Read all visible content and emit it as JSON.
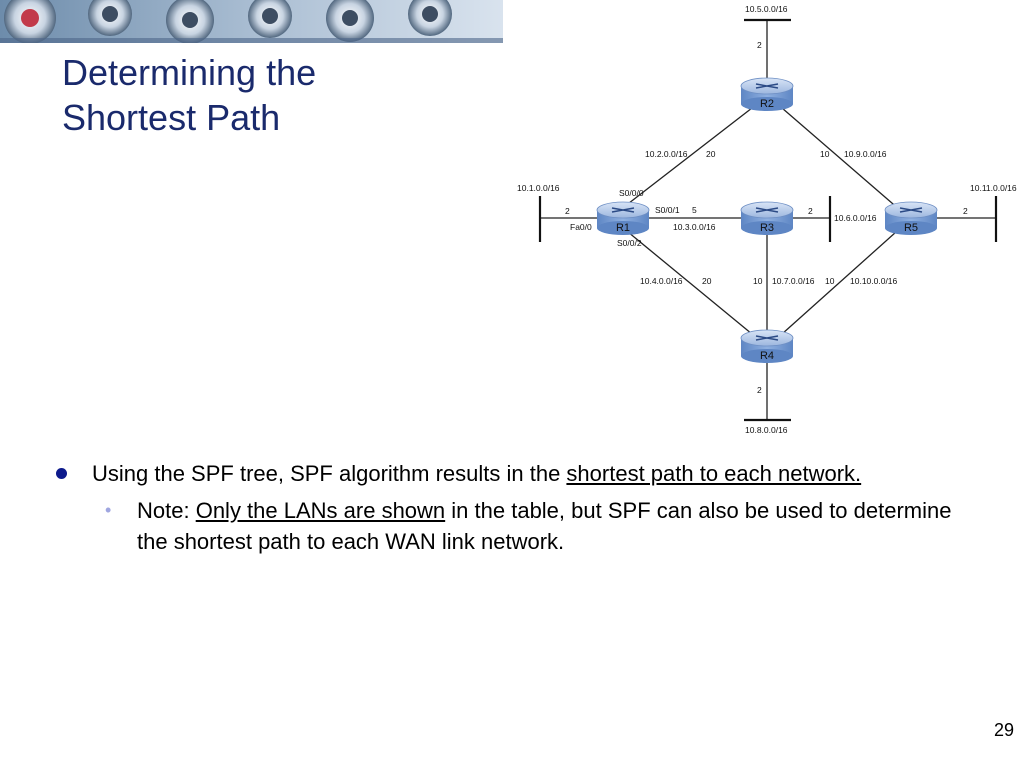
{
  "slide": {
    "title_lines": [
      "Determining the",
      "Shortest Path"
    ],
    "page_number": "29"
  },
  "diagram": {
    "routers": {
      "r1": "R1",
      "r2": "R2",
      "r3": "R3",
      "r4": "R4",
      "r5": "R5"
    },
    "networks": {
      "n10_5": "10.5.0.0/16",
      "n10_2": "10.2.0.0/16",
      "n10_9": "10.9.0.0/16",
      "n10_1": "10.1.0.0/16",
      "n10_11": "10.11.0.0/16",
      "n10_6": "10.6.0.0/16",
      "n10_3": "10.3.0.0/16",
      "n10_4": "10.4.0.0/16",
      "n10_7": "10.7.0.0/16",
      "n10_10": "10.10.0.0/16",
      "n10_8": "10.8.0.0/16"
    },
    "interfaces": {
      "s000": "S0/0/0",
      "s001": "S0/0/1",
      "s002": "S0/0/2",
      "fa00": "Fa0/0"
    },
    "costs": {
      "r2_lan": "2",
      "r1_r2": "20",
      "r2_r5": "10",
      "r1_lan": "2",
      "r1_r3": "5",
      "r3_lan": "2",
      "r5_lan": "2",
      "r1_r4": "20",
      "r3_r4": "10",
      "r4_r5": "10",
      "r4_lan": "2"
    }
  },
  "body": {
    "bullet1_pre": "Using the SPF tree, SPF algorithm results in the ",
    "bullet1_link": "shortest path to each network.",
    "bullet2_pre": "Note: ",
    "bullet2_link": "Only the LANs are shown",
    "bullet2_post": " in the table, but SPF can also be used to determine the shortest path to each WAN link network."
  }
}
